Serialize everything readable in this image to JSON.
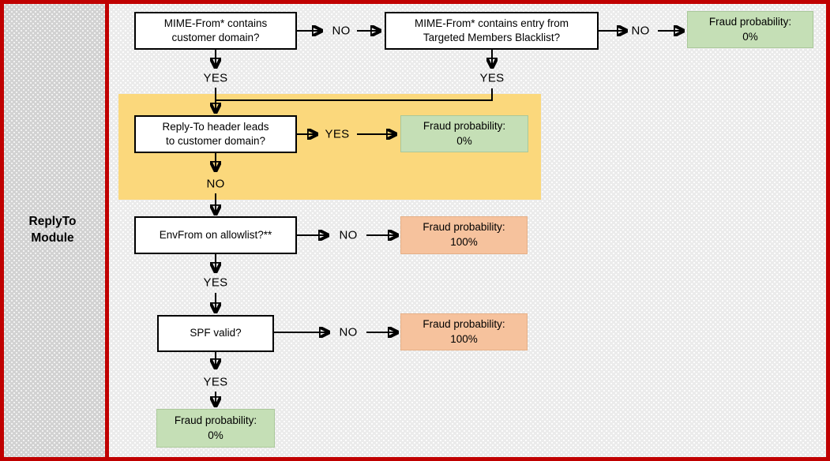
{
  "sidebar": {
    "title": "ReplyTo Module"
  },
  "colors": {
    "frame_red": "#C00000",
    "highlight_yellow": "#FBD87C",
    "result_green": "#C5DFB6",
    "result_salmon": "#F6C29D",
    "sidebar_gray": "#D2D2D2",
    "canvas_gray": "#EBEBEB"
  },
  "flow": {
    "edge_labels": {
      "yes": "YES",
      "no": "NO"
    },
    "nodes": {
      "q_mime_customer": {
        "text": "MIME-From* contains\ncustomer domain?"
      },
      "q_mime_blacklist": {
        "text": "MIME-From* contains entry from\nTargeted Members Blacklist?"
      },
      "q_replyto": {
        "text": "Reply-To header leads\nto customer domain?"
      },
      "q_envfrom": {
        "text": "EnvFrom on allowlist?**"
      },
      "q_spf": {
        "text": "SPF valid?"
      },
      "r_blacklist_no": {
        "label": "Fraud probability:",
        "value": "0%"
      },
      "r_replyto_yes": {
        "label": "Fraud probability:",
        "value": "0%"
      },
      "r_envfrom_no": {
        "label": "Fraud probability:",
        "value": "100%"
      },
      "r_spf_no": {
        "label": "Fraud probability:",
        "value": "100%"
      },
      "r_final_yes": {
        "label": "Fraud probability:",
        "value": "0%"
      }
    }
  }
}
